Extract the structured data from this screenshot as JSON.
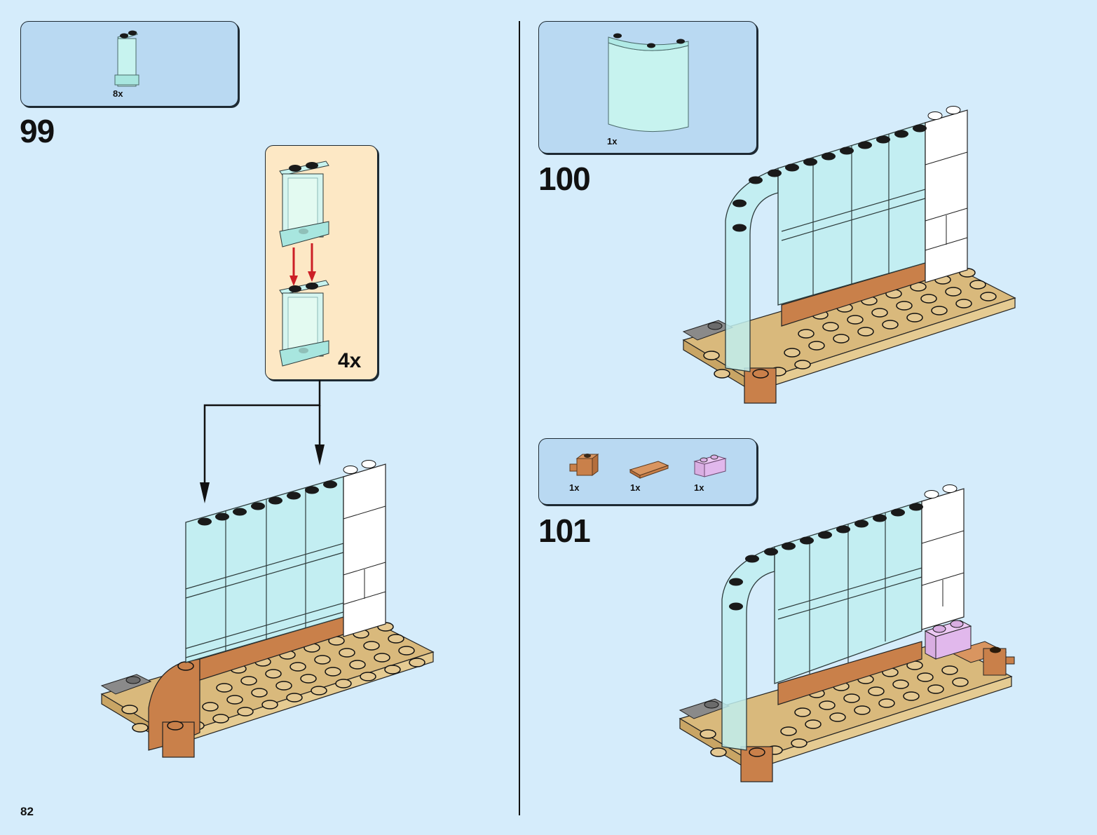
{
  "page": {
    "number": "82"
  },
  "colors": {
    "background": "#d5ecfb",
    "parts_box": "#b9d9f2",
    "submodel_box": "#fde8c5",
    "trans_clear": "#bfeff0",
    "tan": "#d9b97c",
    "dark_tan_brown": "#c9804a",
    "lavender": "#e1b8ec",
    "white": "#ffffff",
    "stud_black": "#1a1a1a",
    "arrow_red": "#cc1f26",
    "dark_grey": "#8a8a8a"
  },
  "steps": [
    {
      "number": "99",
      "parts": [
        {
          "name": "trans-clear panel 1x2x3",
          "qty": "8x"
        }
      ],
      "submodel": {
        "multiplier": "4x"
      }
    },
    {
      "number": "100",
      "parts": [
        {
          "name": "trans-clear curved panel",
          "qty": "1x"
        }
      ]
    },
    {
      "number": "101",
      "parts": [
        {
          "name": "medium nougat brick with clip",
          "qty": "1x"
        },
        {
          "name": "medium nougat tile 1x2",
          "qty": "1x"
        },
        {
          "name": "lavender brick 1x2",
          "qty": "1x"
        }
      ]
    }
  ]
}
